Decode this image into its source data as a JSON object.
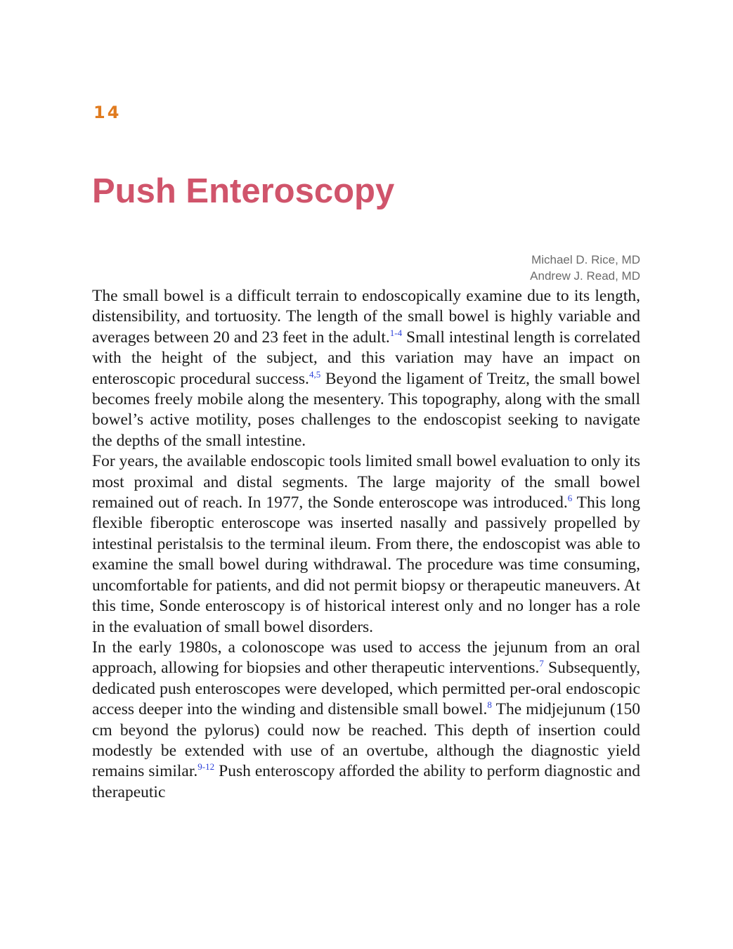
{
  "chapter": {
    "number": "14",
    "title": "Push Enteroscopy"
  },
  "authors": [
    "Michael D. Rice, MD",
    "Andrew J. Read, MD"
  ],
  "paragraphs": [
    [
      {
        "text": "The small bowel is a difficult terrain to endoscopically examine due to its length, distensibility, and tortuosity. The length of the small bowel is highly variable and averages between 20 and 23 feet in the adult."
      },
      {
        "ref": "1-4"
      },
      {
        "text": " Small intestinal length is correlated with the height of the subject, and this variation may have an impact on enteroscopic procedural success."
      },
      {
        "ref": "4,5"
      },
      {
        "text": " Beyond the ligament of Treitz, the small bowel becomes freely mobile along the mesentery. This topography, along with the small bowel’s active motility, poses challenges to the endoscopist seeking to navigate the depths of the small intestine."
      }
    ],
    [
      {
        "text": "For years, the available endoscopic tools limited small bowel evaluation to only its most proximal and distal segments. The large majority of the small bowel remained out of reach. In 1977, the Sonde enteroscope was introduced."
      },
      {
        "ref": "6"
      },
      {
        "text": " This long flexible fiberoptic enteroscope was inserted nasally and passively propelled by intestinal peristalsis to the terminal ileum. From there, the endoscopist was able to examine the small bowel during withdrawal. The procedure was time consuming, uncomfortable for patients, and did not permit biopsy or therapeutic maneuvers. At this time, Sonde enteroscopy is of historical interest only and no longer has a role in the evaluation of small bowel disorders."
      }
    ],
    [
      {
        "text": "In the early 1980s, a colonoscope was used to access the jejunum from an oral approach, allowing for biopsies and other therapeutic interventions."
      },
      {
        "ref": "7"
      },
      {
        "text": " Subsequently, dedicated push enteroscopes were developed, which permitted per-oral endoscopic access deeper into the winding and distensible small bowel."
      },
      {
        "ref": "8"
      },
      {
        "text": " The midjejunum (150 cm beyond the pylorus) could now be reached. This depth of insertion could modestly be extended with use of an overtube, although the diagnostic yield remains similar."
      },
      {
        "ref": "9-12"
      },
      {
        "text": " Push enteroscopy afforded the ability to perform diagnostic and therapeutic"
      }
    ]
  ],
  "colors": {
    "chapter_number": "#e07b1f",
    "chapter_title": "#d0546b",
    "authors": "#6b6b6b",
    "reference_link": "#2a3fd9"
  }
}
